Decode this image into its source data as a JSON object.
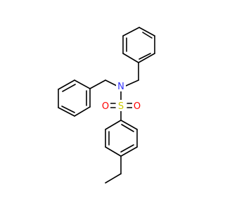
{
  "atoms": {
    "nitrogen": {
      "symbol": "N",
      "color": "#3333ff"
    },
    "sulfur": {
      "symbol": "S",
      "color": "#cccc00"
    },
    "oxygen_left": {
      "symbol": "O",
      "color": "#ff0000"
    },
    "oxygen_right": {
      "symbol": "O",
      "color": "#ff0000"
    }
  },
  "colors": {
    "bond": "#000000",
    "background": "#ffffff"
  }
}
